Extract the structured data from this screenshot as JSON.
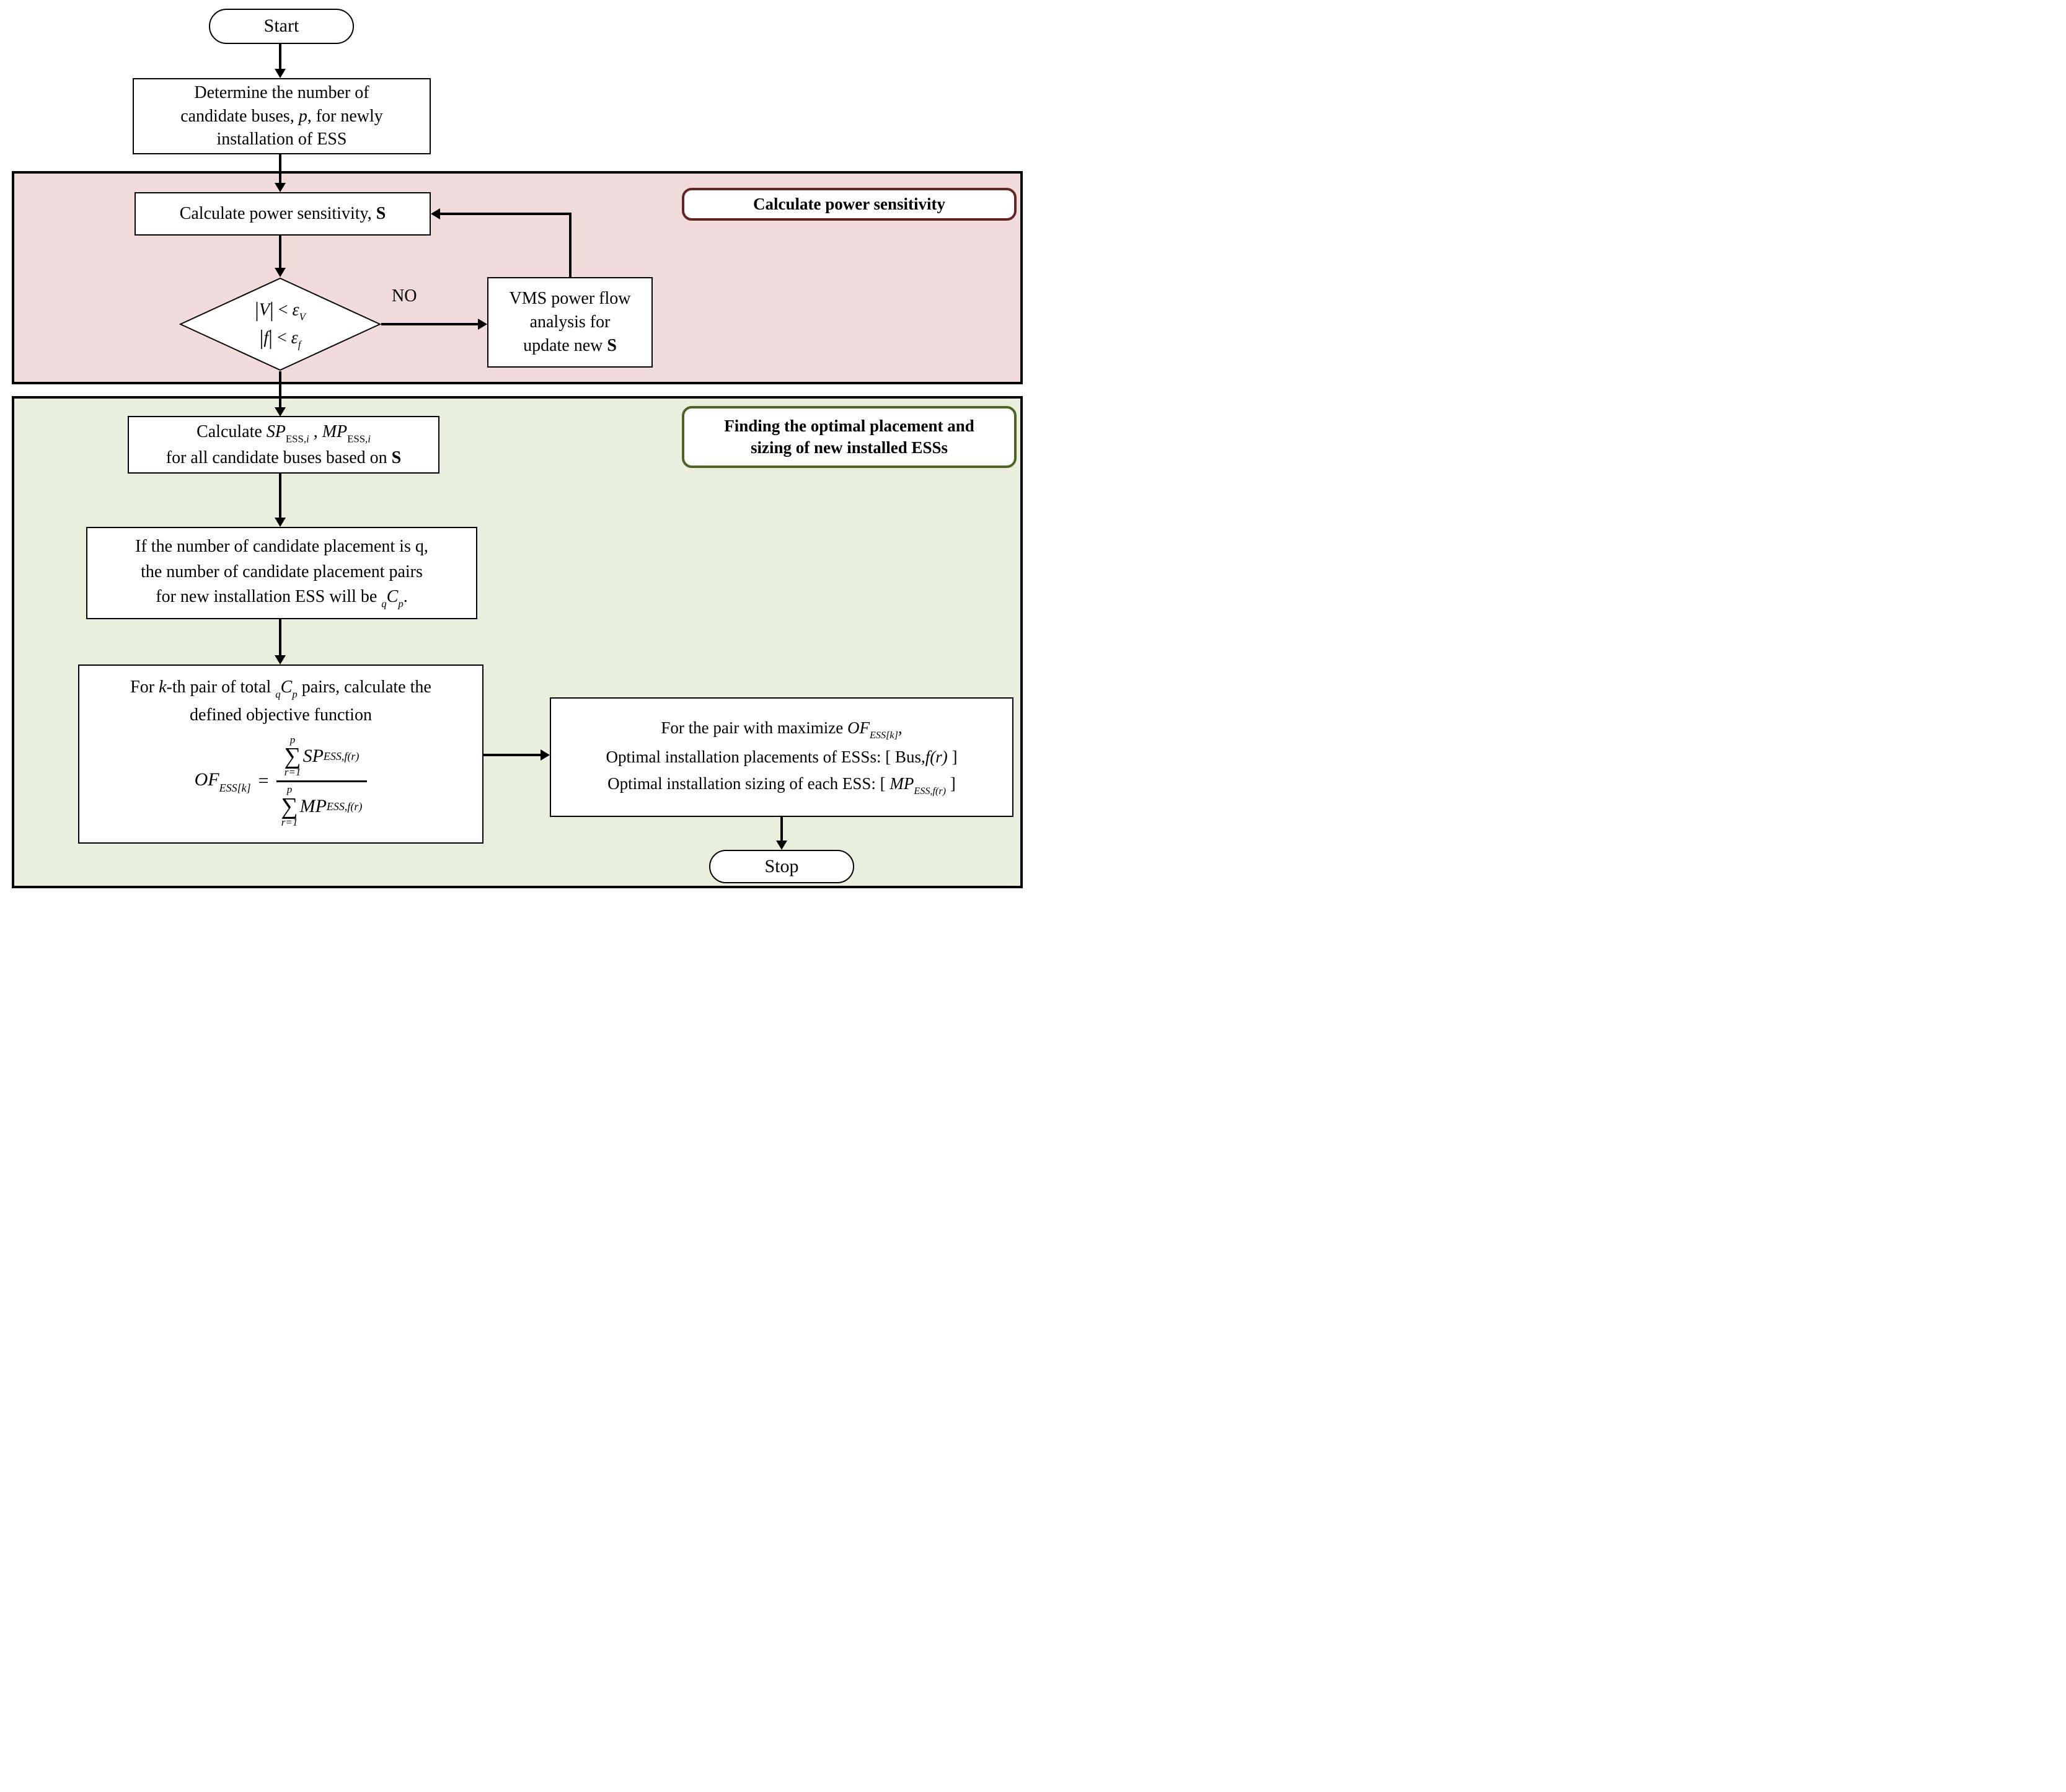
{
  "sections": {
    "power": {
      "label": "Calculate power sensitivity"
    },
    "optimal": {
      "label_line1": "Finding the optimal placement and",
      "label_line2": "sizing of new installed ESSs"
    }
  },
  "nodes": {
    "start": {
      "label": "Start"
    },
    "determine": {
      "l1": "Determine the number of",
      "l2a": "candidate buses, ",
      "p": "p",
      "l2b": ", for newly",
      "l3": "installation of ESS"
    },
    "calc_sensitivity": {
      "t": "Calculate power sensitivity, ",
      "s": "S"
    },
    "decision": {
      "line1": {
        "bar1": "|",
        "var": "V",
        "bar2": "|",
        "op": " < ",
        "eps": "ε",
        "sub": "V"
      },
      "line2": {
        "bar1": "|",
        "var": "f",
        "bar2": "|",
        "op": " < ",
        "eps": "ε",
        "sub": "f"
      }
    },
    "no_label": "NO",
    "vms": {
      "l1": "VMS power flow",
      "l2": "analysis for",
      "l3": "update new ",
      "s": "S"
    },
    "calc_sp": {
      "t1": "Calculate ",
      "sp": "SP",
      "sp_sub": "ESS,",
      "sp_sub_i": "i",
      "sep": " ,  ",
      "mp": "MP",
      "mp_sub": "ESS,",
      "mp_sub_i": "i",
      "t2": "for all candidate buses based on ",
      "s": "S"
    },
    "candidate_pairs": {
      "l1": "If the number of candidate placement is q,",
      "l2": "the number of candidate placement pairs",
      "l3": "for new installation ESS will be ",
      "q": "q",
      "c": "C",
      "p": "p",
      "period": "."
    },
    "objective": {
      "h1a": "For ",
      "k": "k",
      "h1b": "-th pair of total ",
      "q": "q",
      "c": "C",
      "p": "p",
      "h1c": " pairs, calculate the",
      "h2": "defined  objective function",
      "formula": {
        "of": "OF",
        "of_sub": "ESS[k]",
        "eq": "=",
        "sum_sup": "p",
        "sigma": "∑",
        "sum_sub": "r=1",
        "num_var": "SP",
        "num_sub": "ESS,f(r)",
        "den_var": "MP",
        "den_sub": "ESS,f(r)"
      }
    },
    "result": {
      "l1a": "For the pair with maximize ",
      "l1_of": "OF",
      "l1_sub": "ESS[k]",
      "l1b": ",",
      "l2a": "Optimal installation placements of ESSs: [ Bus,",
      "l2_fr": "f(r)",
      "l2b": " ]",
      "l3a": "Optimal installation sizing of each ESS: [ ",
      "l3_mp": "MP",
      "l3_sub": "ESS,f(r)",
      "l3b": " ]"
    },
    "stop": {
      "label": "Stop"
    }
  },
  "colors": {
    "power_section_bg": "#f2dcdb",
    "power_section_label_border": "#632423",
    "optimal_section_bg": "#e9efdc",
    "optimal_section_label_border": "#4f6228",
    "shape_fill": "#ffffff",
    "line_color": "#000000"
  }
}
